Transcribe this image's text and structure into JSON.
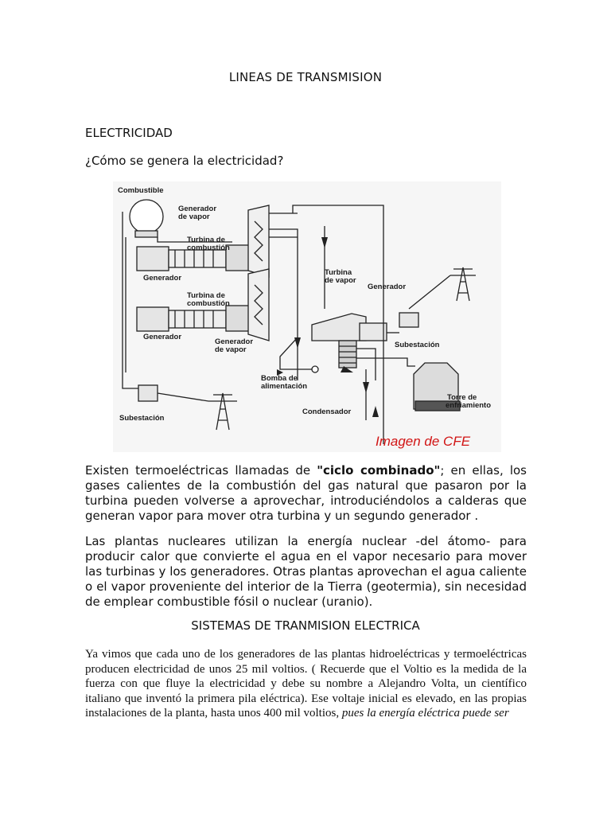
{
  "document": {
    "title": "LINEAS DE TRANSMISION",
    "section1_heading": "ELECTRICIDAD",
    "question": "¿Cómo se genera la electricidad?",
    "figure": {
      "labels": {
        "combustible": "Combustible",
        "generador_vapor_1a": "Generador",
        "generador_vapor_1b": "de vapor",
        "turbina_comb_1a": "Turbina de",
        "turbina_comb_1b": "combustión",
        "generador_1": "Generador",
        "turbina_comb_2a": "Turbina de",
        "turbina_comb_2b": "combustión",
        "generador_2": "Generador",
        "generador_vapor_2a": "Generador",
        "generador_vapor_2b": "de vapor",
        "turbina_vapor_a": "Turbina",
        "turbina_vapor_b": "de vapor",
        "generador_3": "Generador",
        "subestacion_1": "Subestación",
        "bomba_a": "Bomba de",
        "bomba_b": "alimentación",
        "condensador": "Condensador",
        "torre_a": "Torre de",
        "torre_b": "enfriamiento",
        "subestacion_2": "Subestación"
      },
      "credit": "Imagen de CFE"
    },
    "p1_before": "Existen termoeléctricas llamadas de ",
    "p1_bold": "\"ciclo combinado\"",
    "p1_after": "; en ellas, los gases calientes de la combustión del gas natural que pasaron por la turbina pueden volverse a aprovechar, introduciéndolos a calderas que generan vapor para mover otra turbina y un segundo generador .",
    "p2": "Las plantas nucleares utilizan la energía nuclear -del átomo- para producir calor que convierte el agua en el vapor necesario para mover las turbinas y los generadores. Otras plantas aprovechan el agua caliente o el vapor proveniente del interior de la Tierra (geotermia), sin necesidad de emplear combustible fósil o nuclear (uranio).",
    "section2_heading": "SISTEMAS DE TRANMISION ELECTRICA",
    "p3_normal": "Ya vimos que cada uno de los generadores de las plantas hidroeléctricas y termoeléctricas producen electricidad de unos 25 mil voltios. ( Recuerde que el Voltio es la medida de la fuerza con que fluye la electricidad y debe su nombre a Alejandro Volta, un científico italiano que inventó la primera pila eléctrica). Ese voltaje inicial es elevado, en las propias instalaciones de la planta, hasta unos 400 mil voltios, ",
    "p3_italic": "pues la energía eléctrica puede ser"
  }
}
